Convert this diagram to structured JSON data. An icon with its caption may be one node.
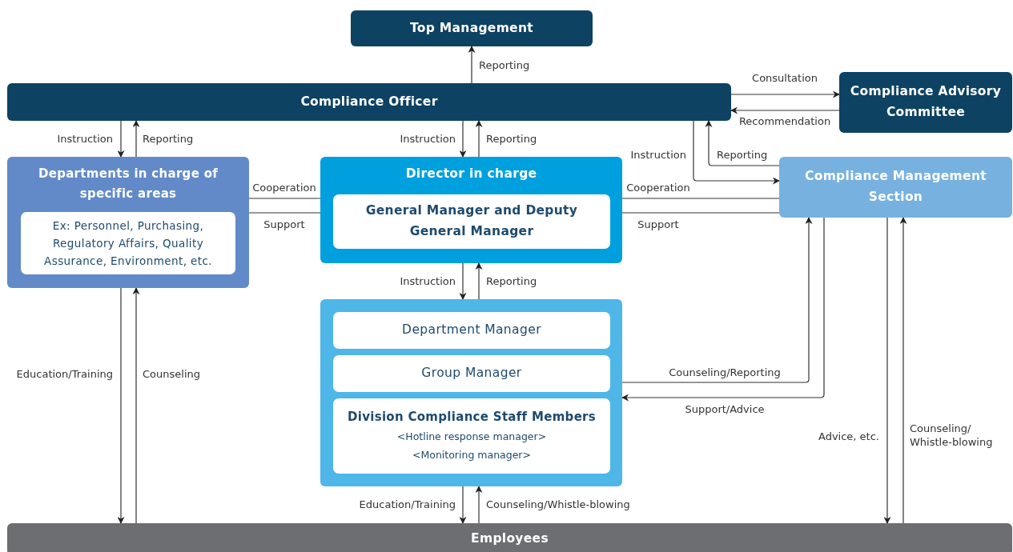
{
  "diagram": {
    "nodes": [
      {
        "text": [
          "Top Management"
        ]
      },
      {
        "text": [
          "Compliance Officer"
        ]
      },
      {
        "text": [
          "Compliance Advisory Committee"
        ]
      },
      {
        "text": [
          "Departments in charge of specific areas"
        ]
      },
      {
        "text": [
          "Ex: Personnel, Purchasing, Regulatory Affairs, Quality Assurance, Environment, etc."
        ],
        "in": 3
      },
      {
        "text": [
          "Director in charge"
        ]
      },
      {
        "text": [
          "General Manager and Deputy General Manager"
        ],
        "in": 5
      },
      {
        "text": [
          "Compliance Management Section"
        ]
      },
      {
        "text": [],
        "shape": "box"
      },
      {
        "text": [
          "Department Manager"
        ],
        "in": 8
      },
      {
        "text": [
          "Group Manager"
        ],
        "in": 8
      },
      {
        "text": [
          "Division Compliance Staff Members",
          "<Hotline response manager>",
          "<Monitoring manager>"
        ],
        "in": 8
      },
      {
        "text": [
          "Employees"
        ]
      }
    ],
    "edges": [
      {
        "from": 1,
        "to": 0,
        "arrow": "to",
        "label": "Reporting"
      },
      {
        "from": 1,
        "to": 2,
        "arrow": "to",
        "label": "Consultation"
      },
      {
        "from": 2,
        "to": 1,
        "arrow": "to",
        "label": "Recommendation"
      },
      {
        "from": 1,
        "to": 3,
        "arrow": "to",
        "label": "Instruction"
      },
      {
        "from": 3,
        "to": 1,
        "arrow": "to",
        "label": "Reporting"
      },
      {
        "from": 1,
        "to": 5,
        "arrow": "to",
        "label": "Instruction"
      },
      {
        "from": 5,
        "to": 1,
        "arrow": "to",
        "label": "Reporting"
      },
      {
        "from": 1,
        "to": 7,
        "arrow": "to",
        "label": "Instruction"
      },
      {
        "from": 7,
        "to": 1,
        "arrow": "to",
        "label": "Reporting"
      },
      {
        "from": 3,
        "to": 5,
        "arrow": "none",
        "label": "Cooperation"
      },
      {
        "from": 3,
        "to": 5,
        "arrow": "none",
        "label": "Support"
      },
      {
        "from": 5,
        "to": 7,
        "arrow": "none",
        "label": "Cooperation"
      },
      {
        "from": 5,
        "to": 7,
        "arrow": "none",
        "label": "Support"
      },
      {
        "from": 5,
        "to": 8,
        "arrow": "to",
        "label": "Instruction"
      },
      {
        "from": 8,
        "to": 5,
        "arrow": "to",
        "label": "Reporting"
      },
      {
        "from": 8,
        "to": 7,
        "arrow": "to",
        "label": "Counseling/Reporting"
      },
      {
        "from": 7,
        "to": 8,
        "arrow": "to",
        "label": "Support/Advice"
      },
      {
        "from": 3,
        "to": 12,
        "arrow": "to",
        "label": "Education/Training"
      },
      {
        "from": 12,
        "to": 3,
        "arrow": "to",
        "label": "Counseling"
      },
      {
        "from": 8,
        "to": 12,
        "arrow": "to",
        "label": "Education/Training"
      },
      {
        "from": 12,
        "to": 8,
        "arrow": "to",
        "label": "Counseling/Whistle-blowing"
      },
      {
        "from": 7,
        "to": 12,
        "arrow": "to",
        "label": "Advice, etc."
      },
      {
        "from": 12,
        "to": 7,
        "arrow": "to",
        "label": "Counseling/ Whistle-blowing"
      }
    ]
  }
}
